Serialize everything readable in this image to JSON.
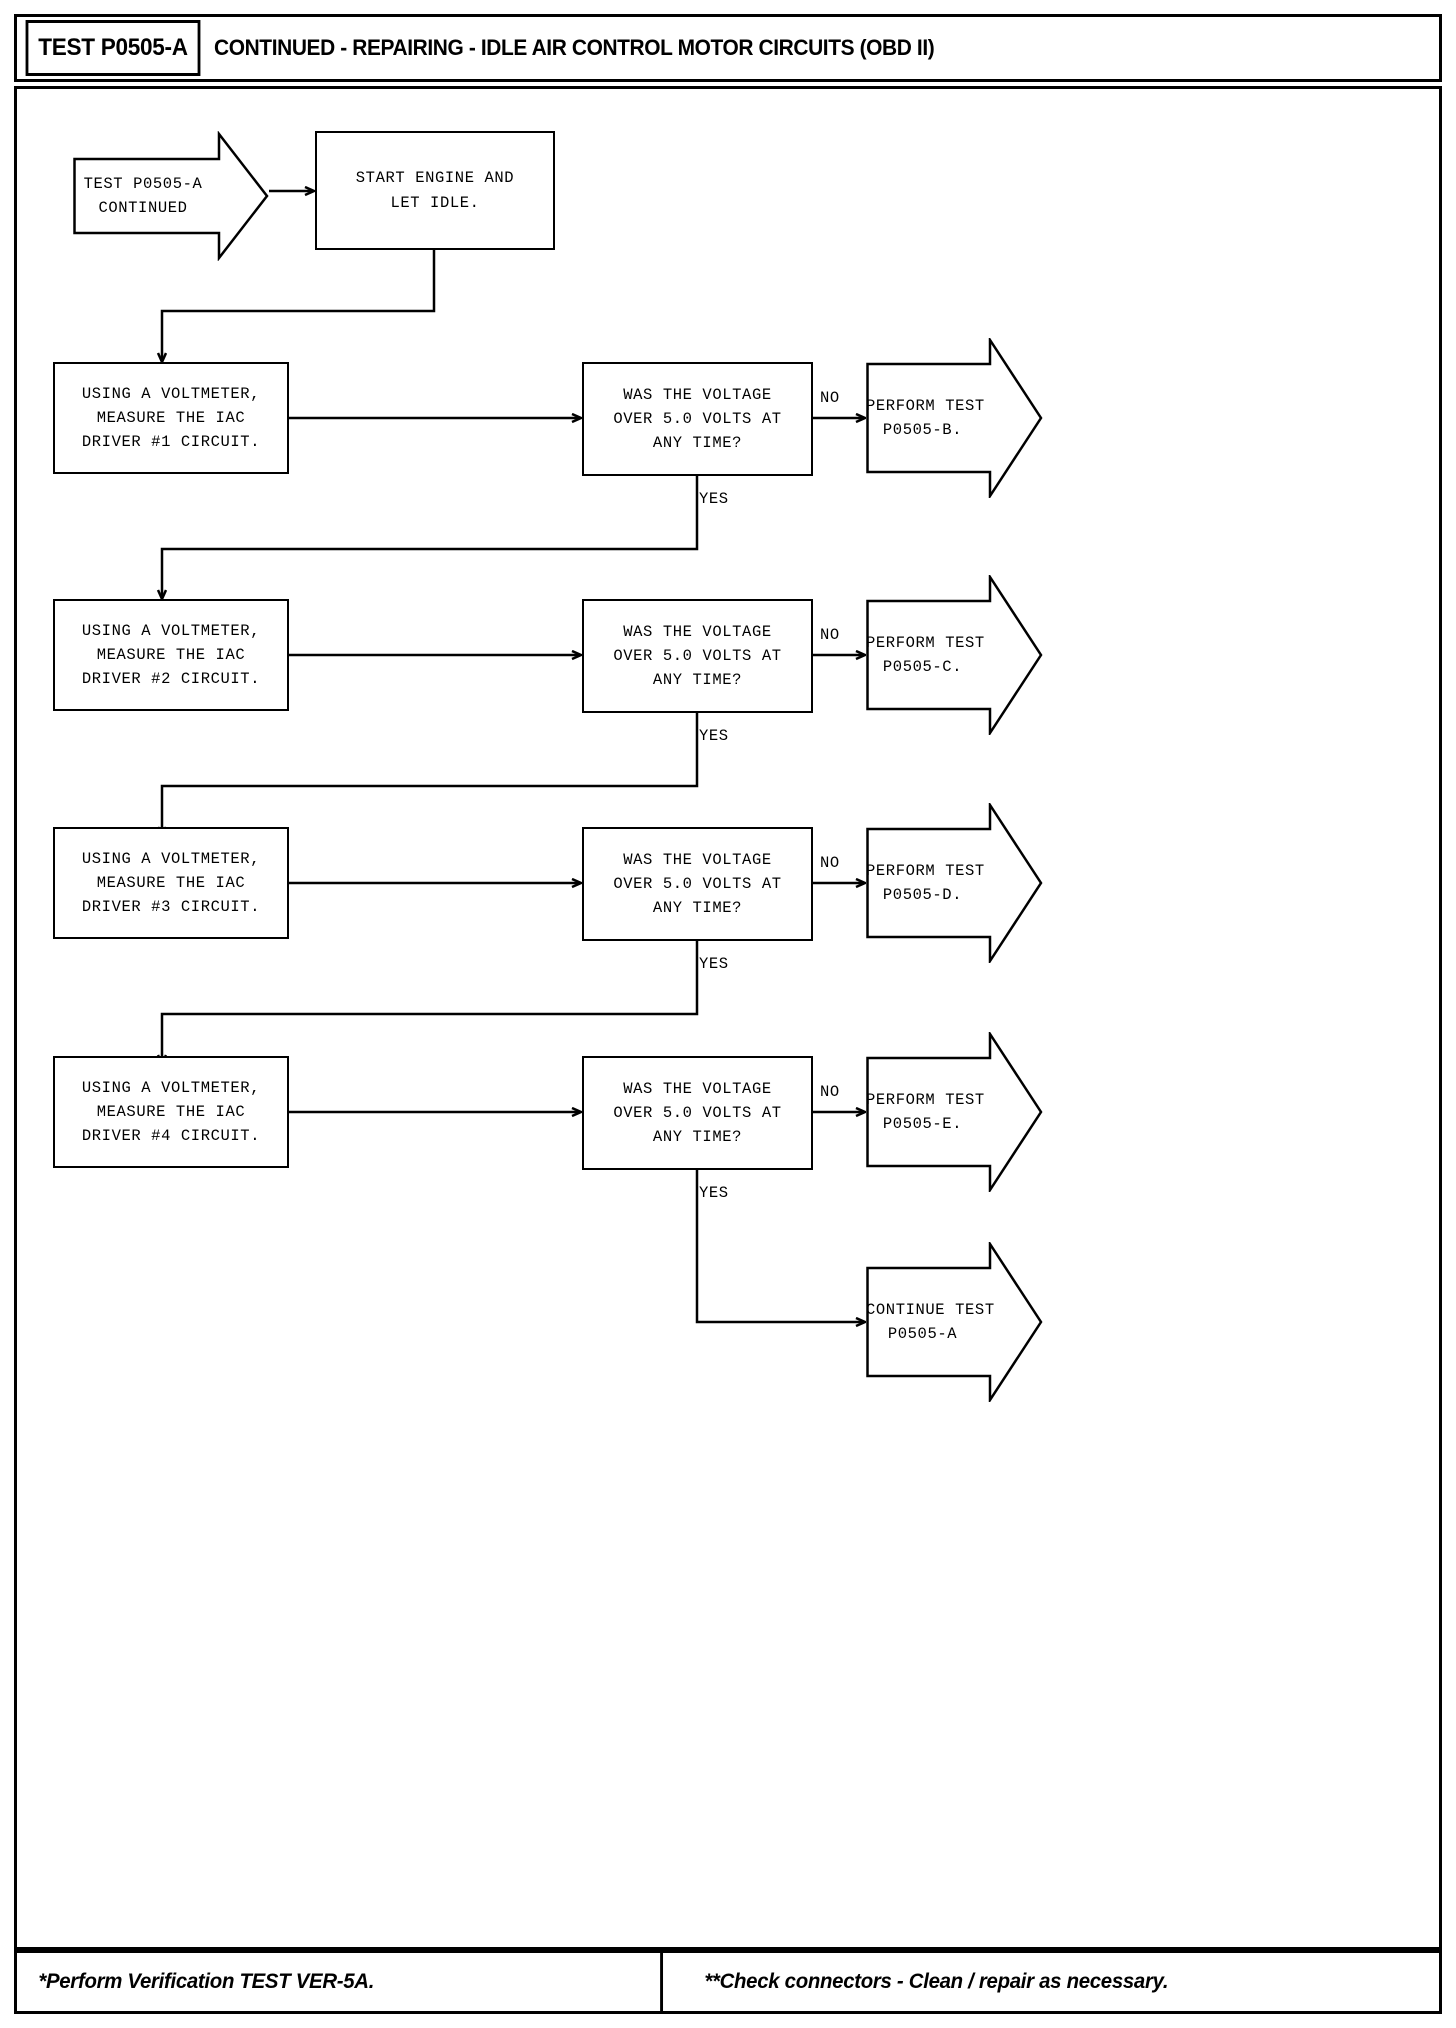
{
  "header": {
    "tag": "TEST P0505-A",
    "title": "CONTINUED - REPAIRING - IDLE AIR CONTROL MOTOR CIRCUITS (OBD II)"
  },
  "footer": {
    "left": "*Perform Verification TEST VER-5A.",
    "right": "**Check connectors - Clean / repair as necessary."
  },
  "flow": {
    "start_banner": "TEST P0505-A\nCONTINUED",
    "start_engine": "START ENGINE AND\nLET IDLE.",
    "steps": [
      {
        "action": "USING A VOLTMETER,\nMEASURE THE IAC\nDRIVER #1 CIRCUIT.",
        "decision": "WAS THE VOLTAGE\nOVER 5.0 VOLTS AT\nANY TIME?",
        "no_label": "NO",
        "yes_label": "YES",
        "result": "PERFORM TEST\nP0505-B."
      },
      {
        "action": "USING A VOLTMETER,\nMEASURE THE IAC\nDRIVER #2 CIRCUIT.",
        "decision": "WAS THE VOLTAGE\nOVER 5.0 VOLTS AT\nANY TIME?",
        "no_label": "NO",
        "yes_label": "YES",
        "result": "PERFORM TEST\nP0505-C."
      },
      {
        "action": "USING A VOLTMETER,\nMEASURE THE IAC\nDRIVER #3 CIRCUIT.",
        "decision": "WAS THE VOLTAGE\nOVER 5.0 VOLTS AT\nANY TIME?",
        "no_label": "NO",
        "yes_label": "YES",
        "result": "PERFORM TEST\nP0505-D."
      },
      {
        "action": "USING A VOLTMETER,\nMEASURE THE IAC\nDRIVER #4 CIRCUIT.",
        "decision": "WAS THE VOLTAGE\nOVER 5.0 VOLTS AT\nANY TIME?",
        "no_label": "NO",
        "yes_label": "YES",
        "result": "PERFORM TEST\nP0505-E."
      }
    ],
    "final": "CONTINUE TEST\nP0505-A"
  },
  "colors": {
    "ink": "#000000",
    "paper": "#ffffff"
  }
}
